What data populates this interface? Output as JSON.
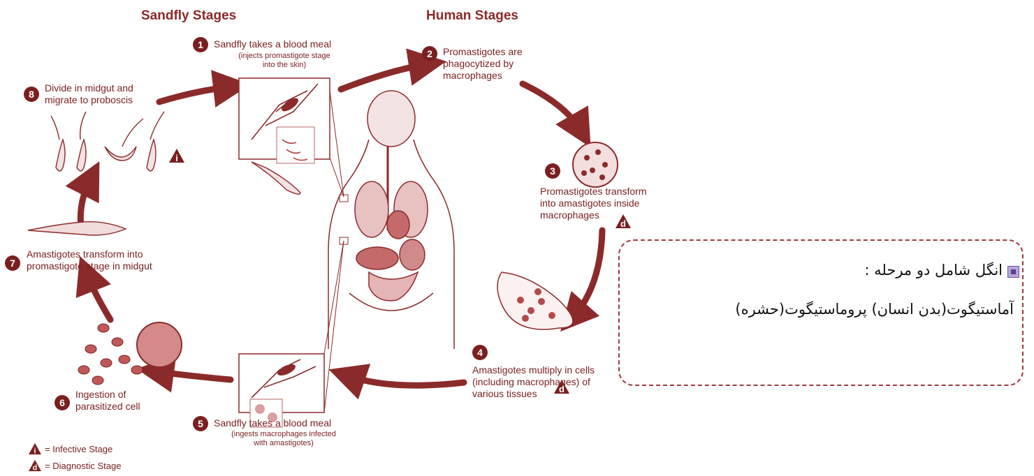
{
  "headings": {
    "sandfly": "Sandfly Stages",
    "human": "Human Stages"
  },
  "steps": [
    {
      "n": "1",
      "title": "Sandfly takes a blood meal",
      "sub": "(injects promastigote stage\ninto the skin)"
    },
    {
      "n": "2",
      "title": "Promastigotes are\nphagocytized by\nmacrophages"
    },
    {
      "n": "3",
      "title": "Promastigotes transform\ninto amastigotes inside\nmacrophages"
    },
    {
      "n": "4",
      "title": "Amastigotes multiply in cells\n(including macrophages) of\nvarious tissues"
    },
    {
      "n": "5",
      "title": "Sandfly takes a blood meal",
      "sub": "(ingests macrophages infected\nwith amastigotes)"
    },
    {
      "n": "6",
      "title": "Ingestion of\nparasitized cell"
    },
    {
      "n": "7",
      "title": "Amastigotes transform into\npromastigote stage in midgut"
    },
    {
      "n": "8",
      "title": "Divide in midgut and\nmigrate to proboscis"
    }
  ],
  "badges": {
    "infective_letter": "i",
    "diagnostic_letter": "d"
  },
  "legend": {
    "infective": "= Infective Stage",
    "diagnostic": "= Diagnostic Stage"
  },
  "callout": {
    "line1": "انگل شامل دو مرحله :",
    "line2": "آماستیگوت(بدن انسان) پروماستیگوت(حشره)"
  },
  "colors": {
    "accent": "#7a1f1f",
    "callout_border": "#a0383d",
    "bullet": "#5b3f92"
  }
}
